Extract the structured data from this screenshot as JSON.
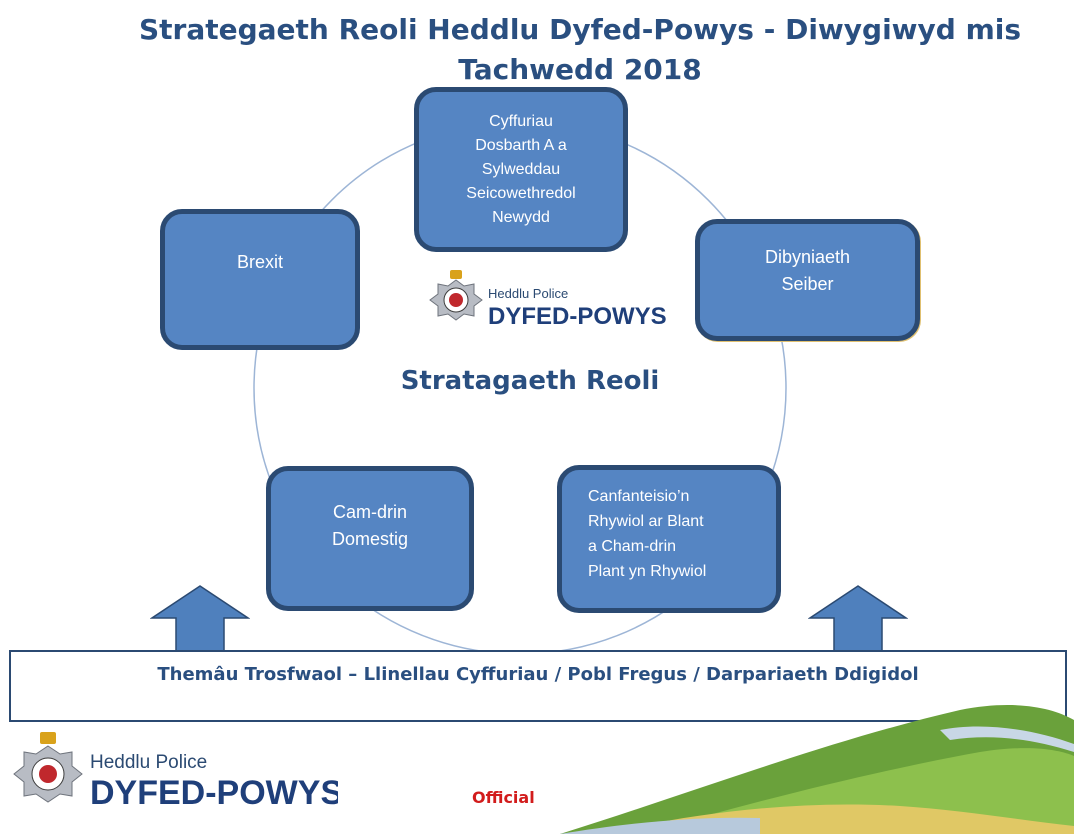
{
  "title": "Strategaeth Reoli Heddlu Dyfed-Powys - Diwygiwyd mis Tachwedd 2018",
  "diagram": {
    "center_label": "Stratagaeth Reoli",
    "nodes": {
      "top": "Cyffuriau\nDosbarth A a\nSylweddau\nSeicowethredol\nNewydd",
      "right": "Dibyniaeth\nSeiber",
      "bottom_right": "Canfanteisio’n\nRhywiol ar Blant\na Cham-drin\nPlant yn Rhywiol",
      "bottom_left": "Cam-drin\nDomestig",
      "left": "Brexit"
    }
  },
  "themes_bar": "Themâu Trosfwaol – Llinellau Cyffuriau / Pobl Fregus / Darpariaeth Ddigidol",
  "logo": {
    "small_text": "Heddlu Police",
    "big_text": "DYFED-POWYS"
  },
  "footer": {
    "classification": "Official"
  },
  "colors": {
    "node_fill": "#5585c3",
    "node_border": "#2b4a72",
    "title": "#2a4f80",
    "official": "#d21c1c"
  }
}
